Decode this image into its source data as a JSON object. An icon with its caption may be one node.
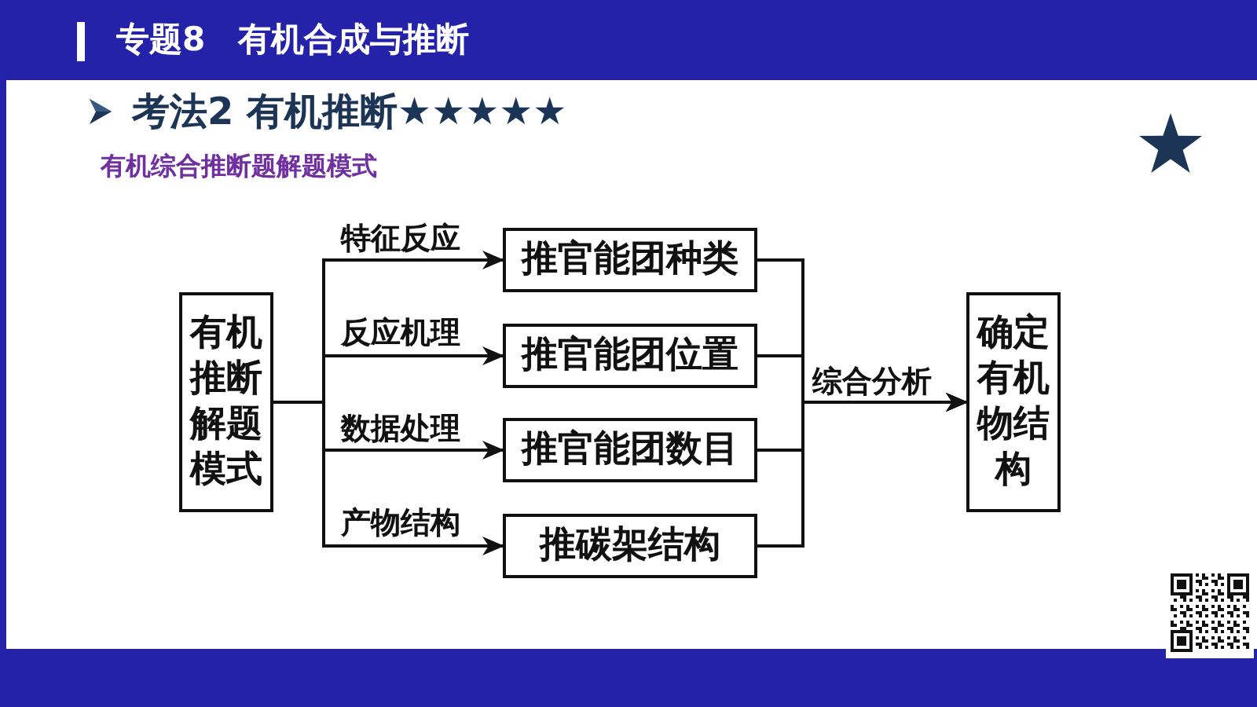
{
  "diagram": {
    "title": "专题8　有机合成与推断",
    "nodes": [
      {
        "text": [
          "有机推断解题模式"
        ]
      },
      {
        "text": [
          "推官能团种类"
        ]
      },
      {
        "text": [
          "推官能团位置"
        ]
      },
      {
        "text": [
          "推官能团数目"
        ]
      },
      {
        "text": [
          "推碳架结构"
        ]
      },
      {
        "text": [
          "确定有机物结构"
        ]
      }
    ],
    "edges": [
      {
        "from": 0,
        "to": 1,
        "arrow": "to",
        "label": "特征反应"
      },
      {
        "from": 0,
        "to": 2,
        "arrow": "to",
        "label": "反应机理"
      },
      {
        "from": 0,
        "to": 3,
        "arrow": "to",
        "label": "数据处理"
      },
      {
        "from": 0,
        "to": 4,
        "arrow": "to",
        "label": "产物结构"
      },
      {
        "from": 1,
        "to": 5,
        "arrow": "to",
        "label": "综合分析"
      },
      {
        "from": 2,
        "to": 5,
        "arrow": "to"
      },
      {
        "from": 3,
        "to": 5,
        "arrow": "to"
      },
      {
        "from": 4,
        "to": 5,
        "arrow": "to"
      }
    ],
    "labels": [
      "考法2 有机推断★★★★★",
      "有机综合推断题解题模式"
    ]
  }
}
